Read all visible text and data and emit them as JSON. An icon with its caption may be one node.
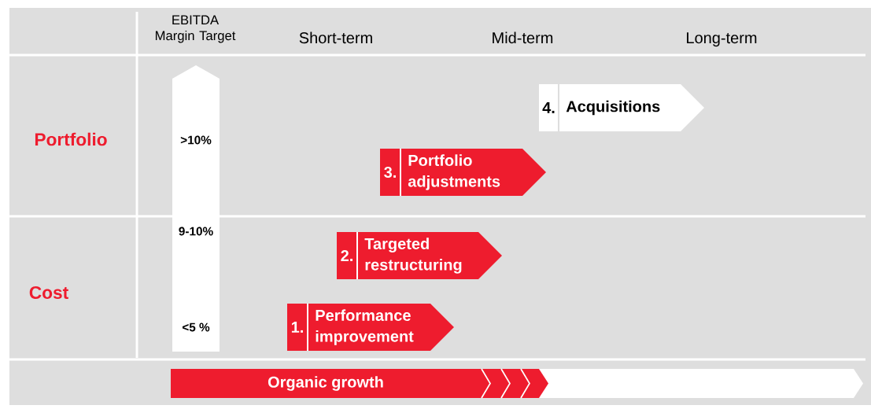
{
  "diagram": {
    "nodes": [
      {
        "text": [
          ">10%",
          "9-10%",
          "<5 %"
        ]
      },
      {
        "text": [
          "4.",
          "Acquisitions"
        ]
      },
      {
        "text": [
          "3.",
          "Portfolio adjustments"
        ]
      },
      {
        "text": [
          "2.",
          "Targeted restructuring"
        ]
      },
      {
        "text": [
          "1.",
          "Performance improvement"
        ]
      },
      {
        "text": [
          "Organic growth"
        ]
      }
    ],
    "labels": [
      "EBITDA Margin Target",
      "Short-term",
      "Mid-term",
      "Long-term",
      "Portfolio",
      "Cost"
    ]
  }
}
